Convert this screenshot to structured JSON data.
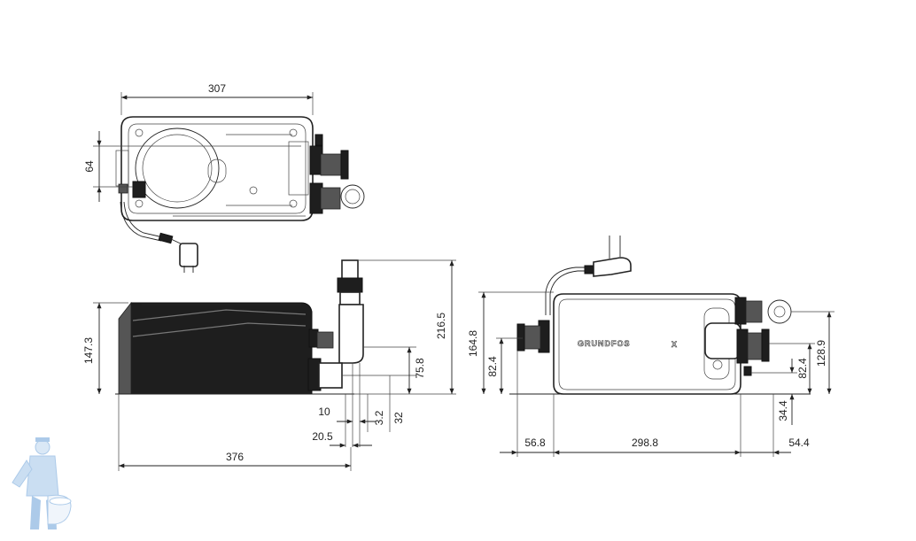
{
  "dimensions": {
    "top_width": "307",
    "top_height": "64",
    "front_height": "147.3",
    "outlet_height": "216.5",
    "inlet_height": "75.8",
    "outlet_offset_10": "10",
    "outlet_offset_3_2": "3.2",
    "inlet_offset_32": "32",
    "outlet_offset_20_5": "20.5",
    "front_length": "376",
    "side_total_height": "164.8",
    "side_left_inlet_height": "82.4",
    "side_right_inlet_height": "82.4",
    "side_right_height": "128.9",
    "side_bottom_offset": "34.4",
    "side_left_offset": "56.8",
    "side_body_length": "298.8",
    "side_right_offset": "54.4"
  },
  "brand": {
    "name": "GRUNDFOS",
    "mark": "X"
  },
  "icons": {
    "watermark": "plumber-mascot-icon"
  },
  "colors": {
    "line": "#222222",
    "watermark": "#6aa0d8"
  }
}
